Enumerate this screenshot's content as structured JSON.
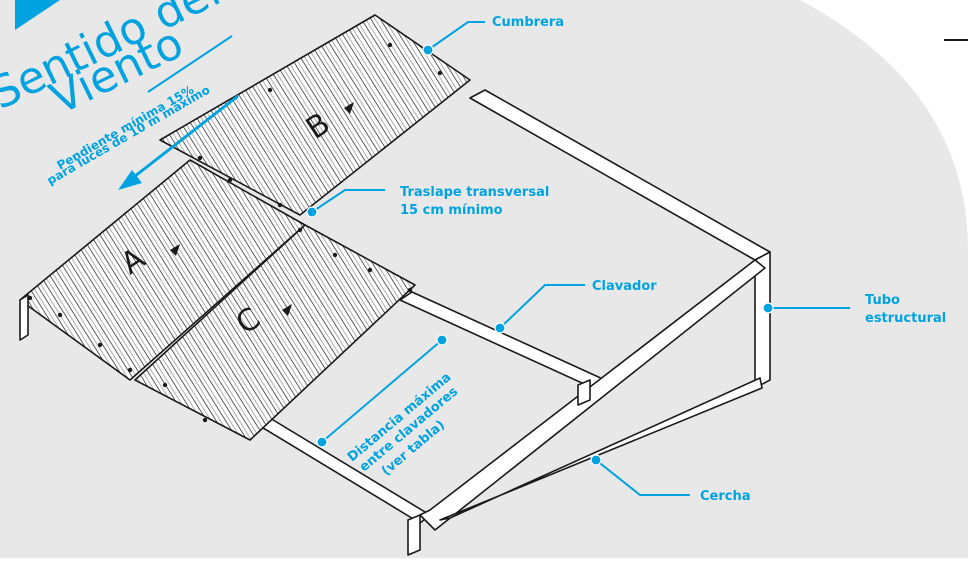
{
  "wind": {
    "title_line1": "Sentido del",
    "title_line2": "Viento",
    "note_line1": "Pendiente mínima 15%",
    "note_line2": "para luces de 10 m máximo"
  },
  "sheets": {
    "a": "A",
    "b": "B",
    "c": "C"
  },
  "callouts": {
    "cumbrera": "Cumbrera",
    "traslape_line1": "Traslape transversal",
    "traslape_line2": "15 cm mínimo",
    "clavador": "Clavador",
    "tubo_line1": "Tubo",
    "tubo_line2": "estructural",
    "cercha": "Cercha",
    "distancia_line1": "Distancia máxima",
    "distancia_line2": "entre clavadores",
    "distancia_line3": "(ver tabla)"
  },
  "colors": {
    "accent": "#00a3e0",
    "background_shape": "#e8e8e9",
    "line": "#1a1a1a"
  }
}
